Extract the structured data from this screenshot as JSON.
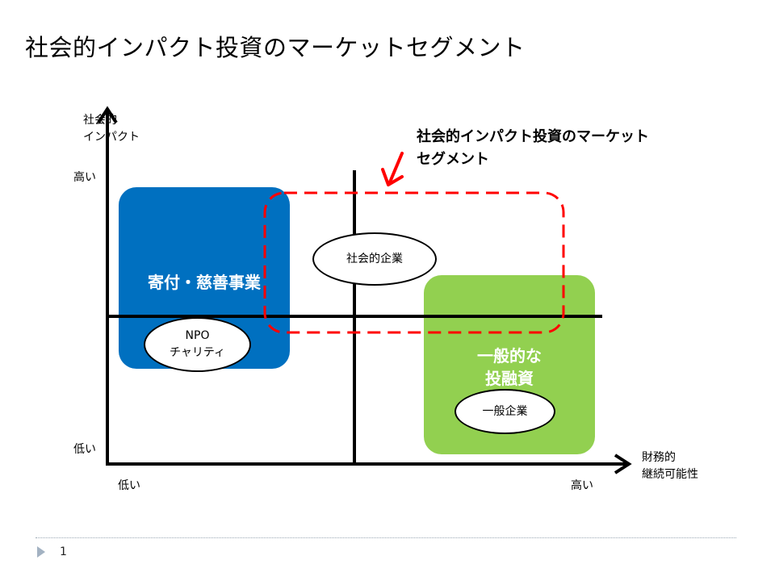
{
  "title": "社会的インパクト投資のマーケットセグメント",
  "axes": {
    "y_label": "社会的\nインパクト",
    "x_label": "財務的\n継続可能性",
    "y_high": "高い",
    "y_low": "低い",
    "x_low": "低い",
    "x_high": "高い"
  },
  "segments": {
    "donation": {
      "label": "寄付・慈善事業",
      "color": "#0070c0"
    },
    "general": {
      "label": "一般的な\n投融資",
      "color": "#92d050"
    }
  },
  "ovals": {
    "npo": "NPO\nチャリティ",
    "social_enterprise": "社会的企業",
    "general_company": "一般企業"
  },
  "callout": {
    "text": "社会的インパクト投資のマーケット\nセグメント",
    "color": "#ff0000"
  },
  "footer": {
    "page_number": "1"
  }
}
